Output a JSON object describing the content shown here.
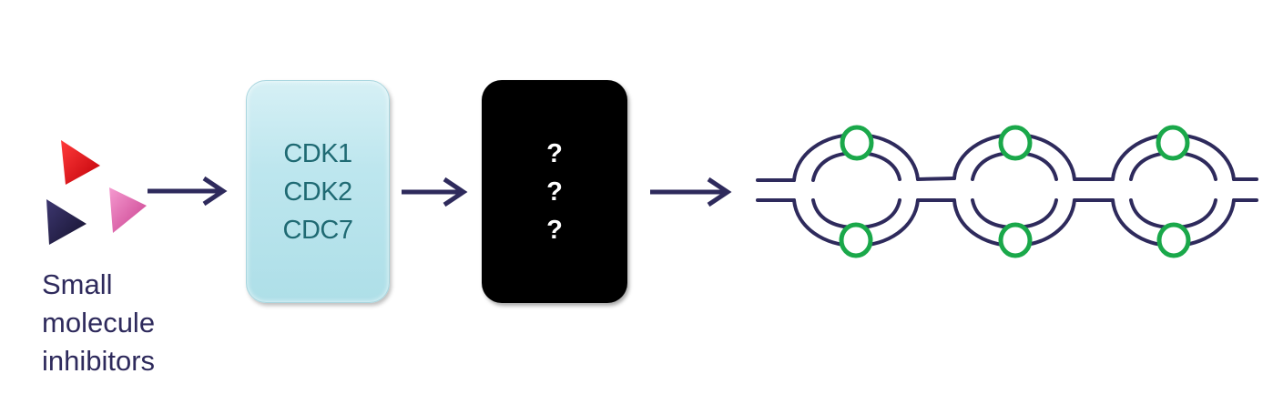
{
  "inhibitors": {
    "caption_lines": [
      "Small",
      "molecule",
      "inhibitors"
    ],
    "triangle_colors": [
      "#e8101a",
      "#2b2650",
      "#e35aa8"
    ]
  },
  "kinase_box": {
    "labels": [
      "CDK1",
      "CDK2",
      "CDC7"
    ],
    "color": "#bde6ee"
  },
  "unknown_box": {
    "labels": [
      "?",
      "?",
      "?"
    ],
    "color": "#000000"
  },
  "colors": {
    "arrow": "#2e2a5c",
    "dna_strand": "#2e2a5c",
    "origin_marker": "#1aa84a"
  },
  "replication_bubbles": {
    "count": 3,
    "origins_per_bubble": 2
  }
}
